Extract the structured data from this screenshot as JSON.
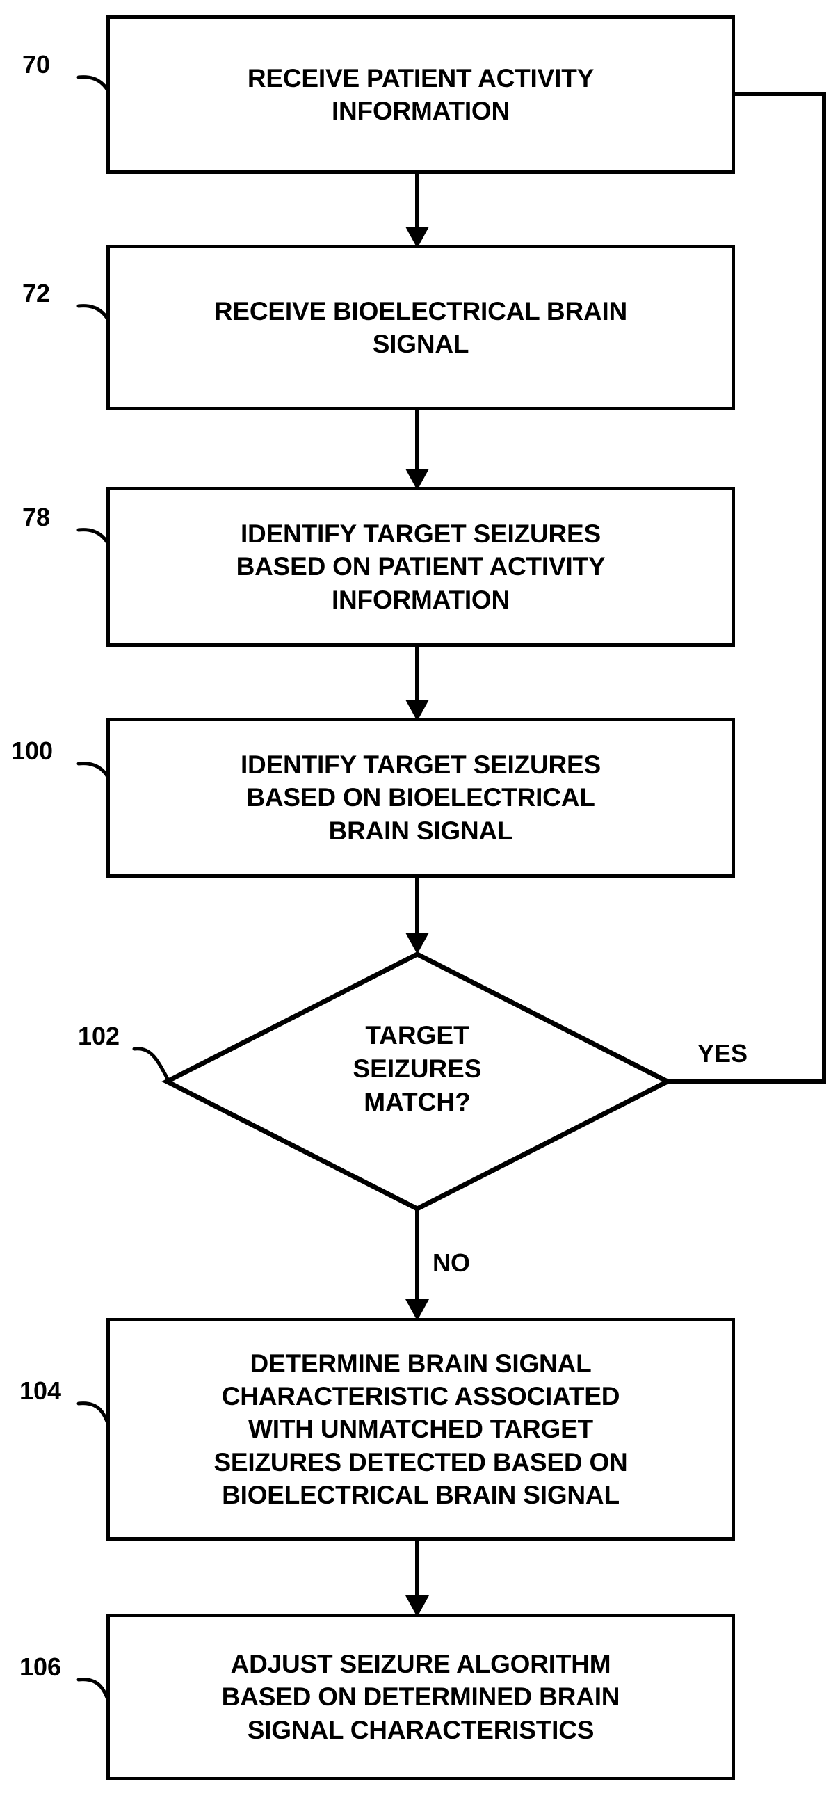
{
  "figure": {
    "type": "process-flowchart",
    "orientation": "vertical",
    "background_color": "#ffffff",
    "line_color": "#000000"
  },
  "nodes": [
    {
      "ref": "70",
      "shape": "rectangle",
      "text": "RECEIVE PATIENT ACTIVITY\nINFORMATION"
    },
    {
      "ref": "72",
      "shape": "rectangle",
      "text": "RECEIVE BIOELECTRICAL BRAIN\nSIGNAL"
    },
    {
      "ref": "78",
      "shape": "rectangle",
      "text": "IDENTIFY TARGET SEIZURES\nBASED ON PATIENT ACTIVITY\nINFORMATION"
    },
    {
      "ref": "100",
      "shape": "rectangle",
      "text": "IDENTIFY TARGET SEIZURES\nBASED ON BIOELECTRICAL\nBRAIN SIGNAL"
    },
    {
      "ref": "102",
      "shape": "diamond",
      "text": "TARGET\nSEIZURES\nMATCH?"
    },
    {
      "ref": "104",
      "shape": "rectangle",
      "text": "DETERMINE BRAIN SIGNAL\nCHARACTERISTIC ASSOCIATED\nWITH UNMATCHED TARGET\nSEIZURES DETECTED BASED ON\nBIOELECTRICAL BRAIN SIGNAL"
    },
    {
      "ref": "106",
      "shape": "rectangle",
      "text": "ADJUST SEIZURE ALGORITHM\nBASED ON DETERMINED BRAIN\nSIGNAL CHARACTERISTICS"
    }
  ],
  "edge_labels": {
    "yes": "YES",
    "no": "NO"
  }
}
